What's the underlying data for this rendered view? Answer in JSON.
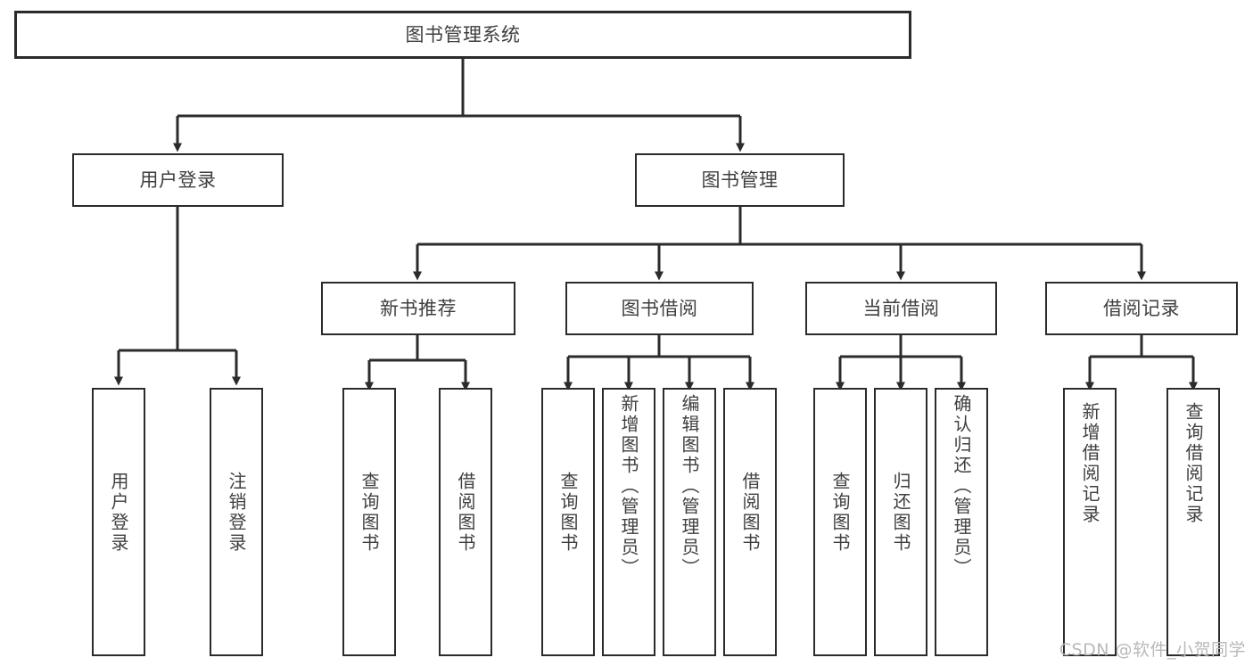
{
  "diagram": {
    "title": "图书管理系统",
    "type": "tree",
    "watermark": "CSDN @软件_小贺同学",
    "colors": {
      "stroke": "#2b2b2b",
      "text": "#3f3f3f",
      "background": "#ffffff",
      "watermark": "#b9b9b9"
    },
    "root": {
      "label": "图书管理系统"
    },
    "level2": [
      {
        "label": "用户登录"
      },
      {
        "label": "图书管理"
      }
    ],
    "level3": [
      {
        "label": "新书推荐"
      },
      {
        "label": "图书借阅"
      },
      {
        "label": "当前借阅"
      },
      {
        "label": "借阅记录"
      }
    ],
    "leaves": {
      "user_login": [
        {
          "label": "用户登录"
        },
        {
          "label": "注销登录"
        }
      ],
      "new_book_recommend": [
        {
          "label": "查询图书"
        },
        {
          "label": "借阅图书"
        }
      ],
      "book_borrow": [
        {
          "label": "查询图书"
        },
        {
          "label": "新增图书（管理员）"
        },
        {
          "label": "编辑图书（管理员）"
        },
        {
          "label": "借阅图书"
        }
      ],
      "current_borrow": [
        {
          "label": "查询图书"
        },
        {
          "label": "归还图书"
        },
        {
          "label": "确认归还（管理员）"
        }
      ],
      "borrow_record": [
        {
          "label": "新增借阅记录"
        },
        {
          "label": "查询借阅记录"
        }
      ]
    }
  }
}
